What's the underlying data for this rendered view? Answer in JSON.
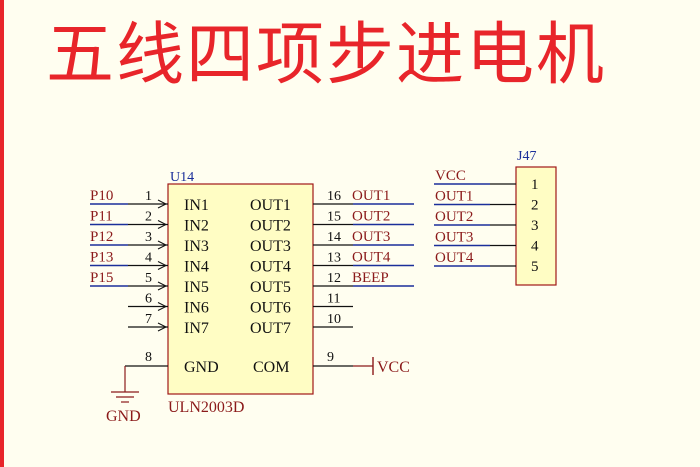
{
  "title": "五线四项步进电机",
  "colors": {
    "wire": "#1b2f9a",
    "net": "#8b1a1a",
    "pin": "#111111",
    "body_fill": "#fffdc4",
    "body_stroke": "#a01818",
    "title": "#e8252a",
    "refdes": "#1b2f9a"
  },
  "u14": {
    "refdes": "U14",
    "part": "ULN2003D",
    "left_pins": [
      {
        "num": "1",
        "name": "IN1",
        "net": "P10"
      },
      {
        "num": "2",
        "name": "IN2",
        "net": "P11"
      },
      {
        "num": "3",
        "name": "IN3",
        "net": "P12"
      },
      {
        "num": "4",
        "name": "IN4",
        "net": "P13"
      },
      {
        "num": "5",
        "name": "IN5",
        "net": "P15"
      },
      {
        "num": "6",
        "name": "IN6",
        "net": ""
      },
      {
        "num": "7",
        "name": "IN7",
        "net": ""
      }
    ],
    "right_pins": [
      {
        "num": "16",
        "name": "OUT1",
        "net": "OUT1"
      },
      {
        "num": "15",
        "name": "OUT2",
        "net": "OUT2"
      },
      {
        "num": "14",
        "name": "OUT3",
        "net": "OUT3"
      },
      {
        "num": "13",
        "name": "OUT4",
        "net": "OUT4"
      },
      {
        "num": "12",
        "name": "OUT5",
        "net": "BEEP"
      },
      {
        "num": "11",
        "name": "OUT6",
        "net": ""
      },
      {
        "num": "10",
        "name": "OUT7",
        "net": ""
      }
    ],
    "gnd_pin": {
      "num": "8",
      "name": "GND",
      "net": "GND"
    },
    "com_pin": {
      "num": "9",
      "name": "COM",
      "net": "VCC"
    }
  },
  "j47": {
    "refdes": "J47",
    "pins": [
      {
        "num": "1",
        "net": "VCC"
      },
      {
        "num": "2",
        "net": "OUT1"
      },
      {
        "num": "3",
        "net": "OUT2"
      },
      {
        "num": "4",
        "net": "OUT3"
      },
      {
        "num": "5",
        "net": "OUT4"
      }
    ]
  }
}
